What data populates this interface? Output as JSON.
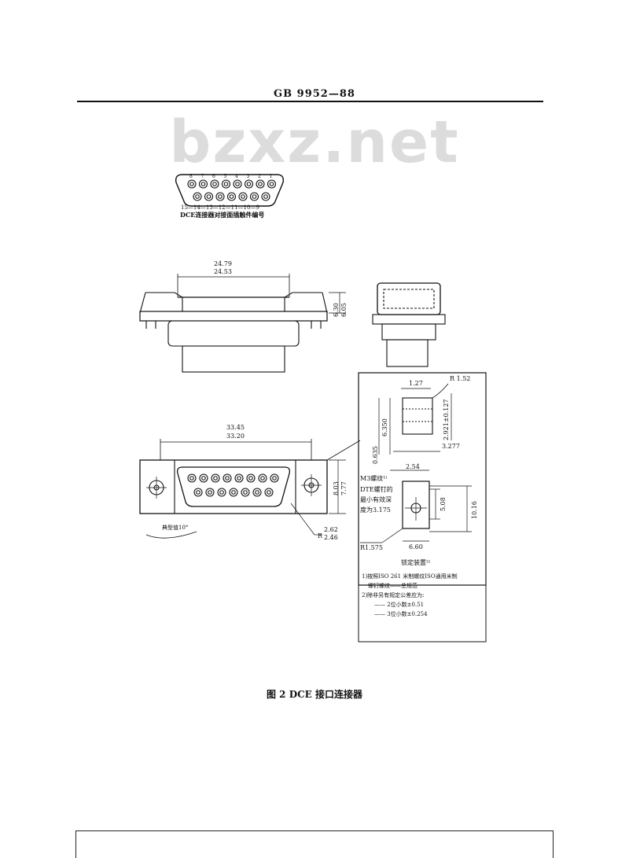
{
  "header": {
    "title": "GB 9952—88"
  },
  "watermark": {
    "text": "bzxz.net"
  },
  "pin_layout": {
    "top_row": [
      "8",
      "7",
      "6",
      "5",
      "4",
      "3",
      "2",
      "1"
    ],
    "bottom_row": "15—14—13—12—11—10—9",
    "label": "DCE连接器对接面插触件编号"
  },
  "dimensions": {
    "width_top_max": "24.79",
    "width_top_min": "24.53",
    "height_max": "6.30",
    "height_min": "6.05",
    "flange_max": "33.45",
    "flange_min": "33.20",
    "side_max": "8.03",
    "side_min": "7.77",
    "radius_max": "2.62",
    "radius_min": "2.46",
    "typical_angle": "典型值10°",
    "detail_1_27": "1.27",
    "detail_r_1_52": "R 1.52",
    "detail_6_350": "6.350",
    "detail_2_921": "2.921±0.127",
    "detail_0_635": "0.635",
    "detail_3_277": "3.277",
    "detail_2_54": "2.54",
    "detail_5_08": "5.08",
    "detail_10_16": "10.16",
    "detail_r_1_575": "R1.575",
    "detail_6_60": "6.60"
  },
  "detail_box": {
    "m3_note_line1": "M3螺纹¹⁾",
    "m3_note_line2": "DTE螺钉的",
    "m3_note_line3": "最小有效深",
    "m3_note_line4": "度为3.175",
    "locking_label": "锁定装置²⁾",
    "note1_line1": "1)按照ISO 261 米制螺纹ISO通用米制",
    "note1_line2": "螺钉螺纹——总规范",
    "note2_line1": "2)除非另有规定公差应为:",
    "note2_line2": "—— 2位小数±0.51",
    "note2_line3": "—— 3位小数±0.254"
  },
  "caption": {
    "text": "图 2  DCE 接口连接器"
  }
}
